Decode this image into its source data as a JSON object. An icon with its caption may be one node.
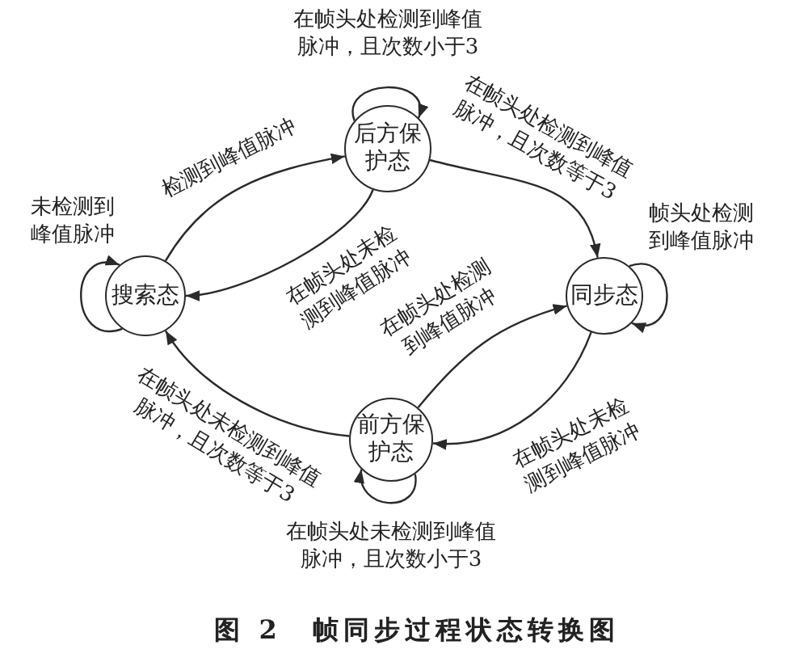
{
  "diagram": {
    "caption": "图 2　帧同步过程状态转换图",
    "nodes": [
      {
        "text": [
          "搜索态"
        ]
      },
      {
        "text": [
          "后方保护态"
        ]
      },
      {
        "text": [
          "同步态"
        ]
      },
      {
        "text": [
          "前方保护态"
        ]
      }
    ],
    "edges": [
      {
        "from": 0,
        "to": 0,
        "arrow": "to",
        "label": "未检测到峰值脉冲"
      },
      {
        "from": 0,
        "to": 1,
        "arrow": "to",
        "label": "检测到峰值脉冲"
      },
      {
        "from": 1,
        "to": 1,
        "arrow": "to",
        "label": "在帧头处检测到峰值脉冲，且次数小于3"
      },
      {
        "from": 1,
        "to": 0,
        "arrow": "to",
        "label": "在帧头处未检测到峰值脉冲"
      },
      {
        "from": 1,
        "to": 2,
        "arrow": "to",
        "label": "在帧头处检测到峰值脉冲，且次数等于3"
      },
      {
        "from": 2,
        "to": 2,
        "arrow": "to",
        "label": "帧头处检测到峰值脉冲"
      },
      {
        "from": 3,
        "to": 2,
        "arrow": "to",
        "label": "在帧头处检测到峰值脉冲"
      },
      {
        "from": 2,
        "to": 3,
        "arrow": "to",
        "label": "在帧头处未检测到峰值脉冲"
      },
      {
        "from": 3,
        "to": 0,
        "arrow": "to",
        "label": "在帧头处未检测到峰值脉冲，且次数等于3"
      },
      {
        "from": 3,
        "to": 3,
        "arrow": "to",
        "label": "在帧头处未检测到峰值脉冲，且次数小于3"
      }
    ]
  }
}
